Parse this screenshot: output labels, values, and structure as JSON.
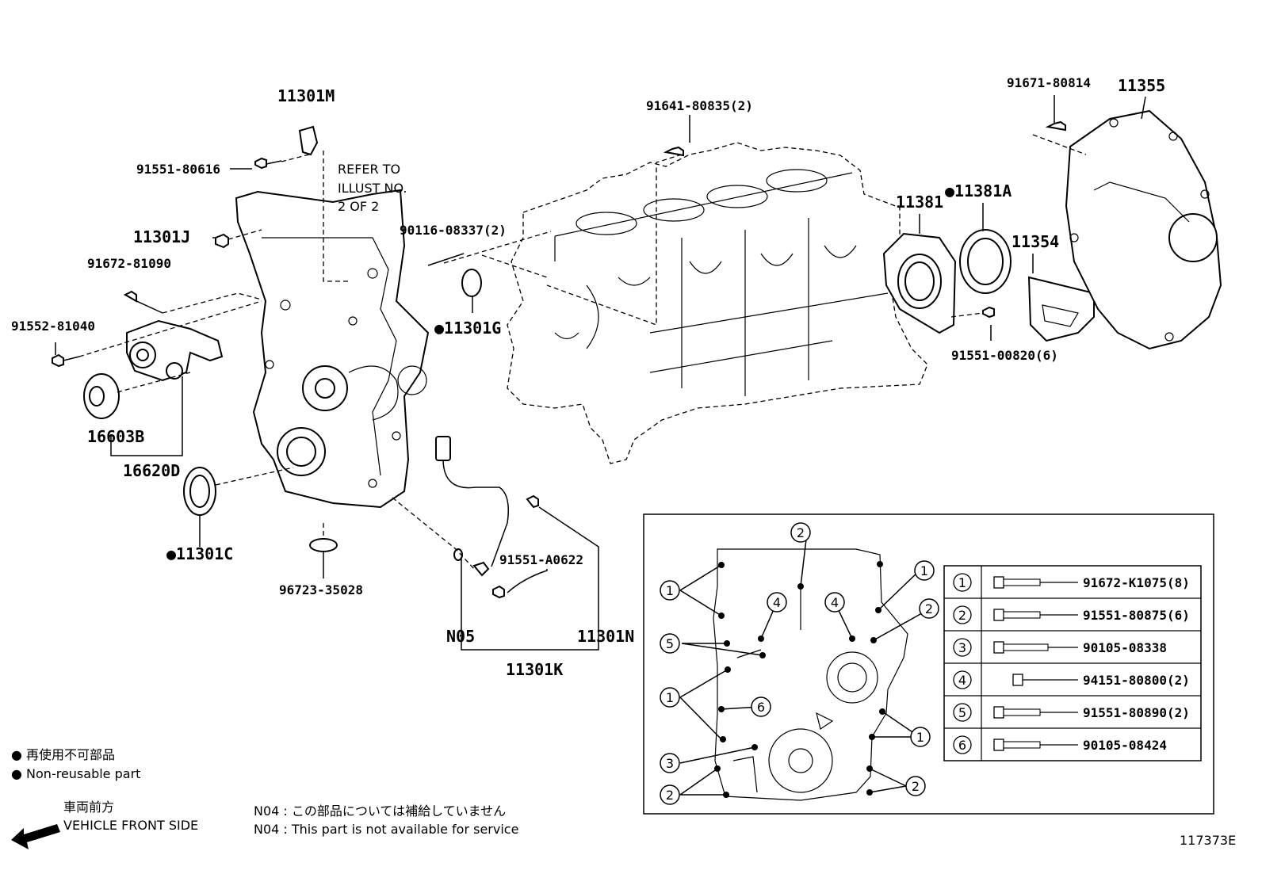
{
  "callouts": {
    "p11301M": "11301M",
    "p91551_80616": "91551-80616",
    "refer_line1": "REFER TO",
    "refer_line2": "ILLUST NO.",
    "refer_line3": "2 OF 2",
    "p11301J": "11301J",
    "p91672_81090": "91672-81090",
    "p91552_81040": "91552-81040",
    "p16603B": "16603B",
    "p16620D": "16620D",
    "p11301C": "●11301C",
    "p96723_35028": "96723-35028",
    "p90116_08337": "90116-08337(2)",
    "p11301G": "●11301G",
    "p91641_80835": "91641-80835(2)",
    "p91551_A0622": "91551-A0622",
    "pN05": "N05",
    "p11301N": "11301N",
    "p11301K": "11301K",
    "p11381": "11381",
    "p11381A": "●11381A",
    "p11354": "11354",
    "p91551_00820": "91551-00820(6)",
    "p91671_80814": "91671-80814",
    "p11355": "11355"
  },
  "legend": {
    "bolt_table": [
      {
        "num": "1",
        "part": "91672-K1075(8)"
      },
      {
        "num": "2",
        "part": "91551-80875(6)"
      },
      {
        "num": "3",
        "part": "90105-08338"
      },
      {
        "num": "4",
        "part": "94151-80800(2)"
      },
      {
        "num": "5",
        "part": "91551-80890(2)"
      },
      {
        "num": "6",
        "part": "90105-08424"
      }
    ],
    "non_reusable_jp": "● 再使用不可部品",
    "non_reusable_en": "● Non-reusable part",
    "front_jp": "車両前方",
    "front_en": "VEHICLE FRONT SIDE",
    "n04_jp": "N04 : この部品については補給していません",
    "n04_en": "N04 : This part is not available for service",
    "illust_no": "117373E"
  },
  "detail_circles": {
    "c1a": "1",
    "c1b": "1",
    "c1c": "1",
    "c1d": "1",
    "c2a": "2",
    "c2b": "2",
    "c2c": "2",
    "c2d": "2",
    "c3": "3",
    "c4a": "4",
    "c4b": "4",
    "c5": "5",
    "c6": "6"
  }
}
